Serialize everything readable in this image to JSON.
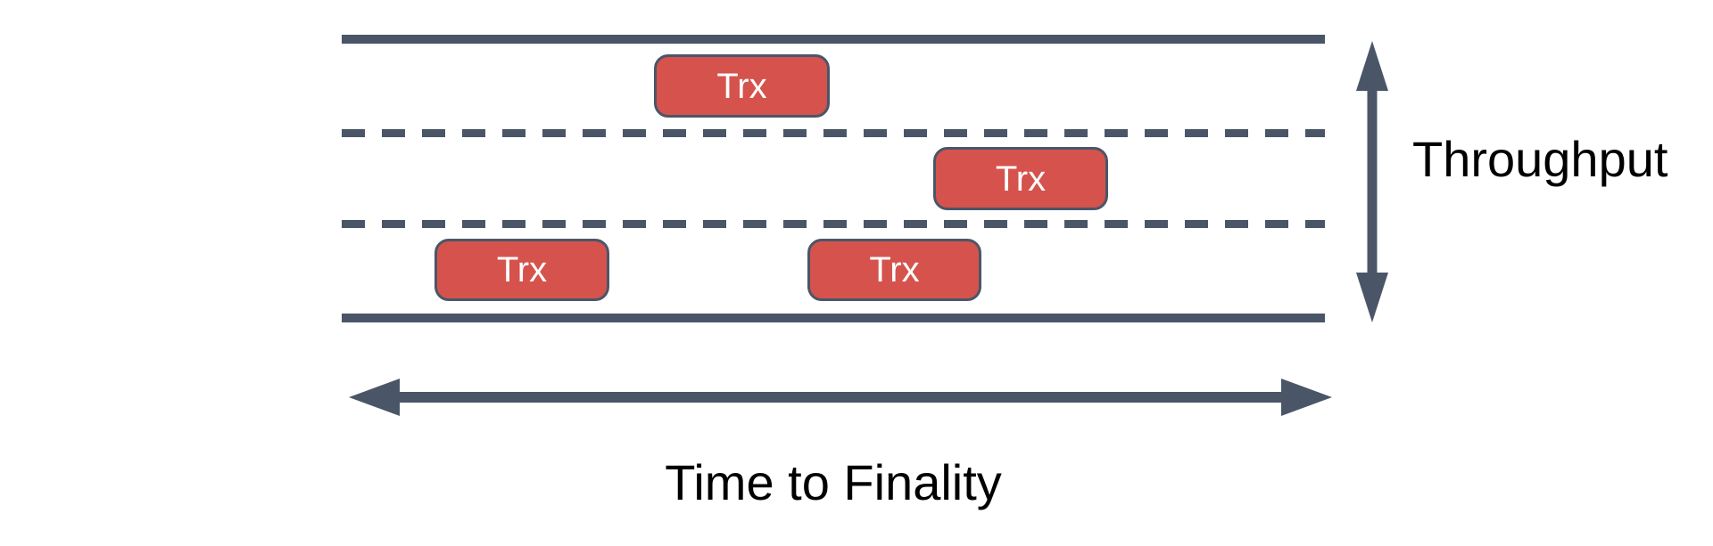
{
  "diagram": {
    "road": {
      "lane_count": 3,
      "solid_border_lines": 2,
      "dashed_divider_lines": 2
    },
    "transactions": [
      {
        "label": "Trx",
        "lane": "top"
      },
      {
        "label": "Trx",
        "lane": "middle"
      },
      {
        "label": "Trx",
        "lane": "bottom"
      },
      {
        "label": "Trx",
        "lane": "bottom"
      }
    ],
    "axes": {
      "throughput": {
        "label": "Throughput",
        "orientation": "vertical"
      },
      "time_to_finality": {
        "label": "Time to Finality",
        "orientation": "horizontal"
      }
    }
  },
  "colors": {
    "line_color": "#4A5668",
    "box_fill": "#D5534C",
    "box_text": "#FFFFFF",
    "label_text": "#000000",
    "background": "#FFFFFF"
  }
}
